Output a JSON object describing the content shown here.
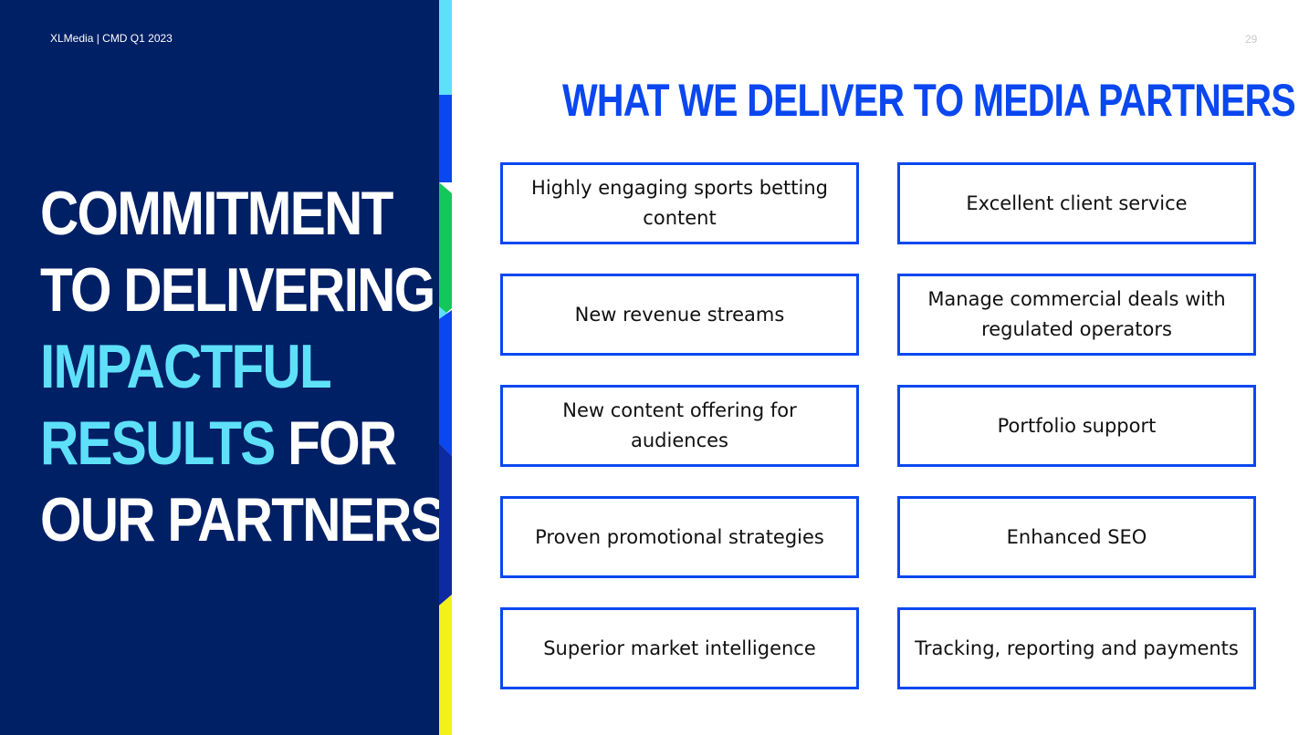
{
  "header": {
    "label": "XLMedia | CMD Q1 2023",
    "page_number": "29"
  },
  "headline": {
    "line1": "COMMITMENT",
    "line2": "TO DELIVERING",
    "line3": "IMPACTFUL",
    "line4_accent": "RESULTS",
    "line4_rest": "FOR",
    "line5": "OUR PARTNERS"
  },
  "title": "WHAT WE DELIVER TO MEDIA PARTNERS",
  "cards": {
    "left": [
      "Highly engaging sports betting content",
      "New revenue streams",
      "New content offering for audiences",
      "Proven promotional strategies",
      "Superior market intelligence"
    ],
    "right": [
      "Excellent client service",
      "Manage commercial deals with regulated operators",
      "Portfolio support",
      "Enhanced SEO",
      "Tracking, reporting and payments"
    ]
  },
  "colors": {
    "panel_background": "#002066",
    "accent_cyan": "#5ee0f9",
    "brand_blue": "#0a47ef",
    "strip_green": "#13c85a",
    "strip_yellow": "#f2f21a"
  }
}
